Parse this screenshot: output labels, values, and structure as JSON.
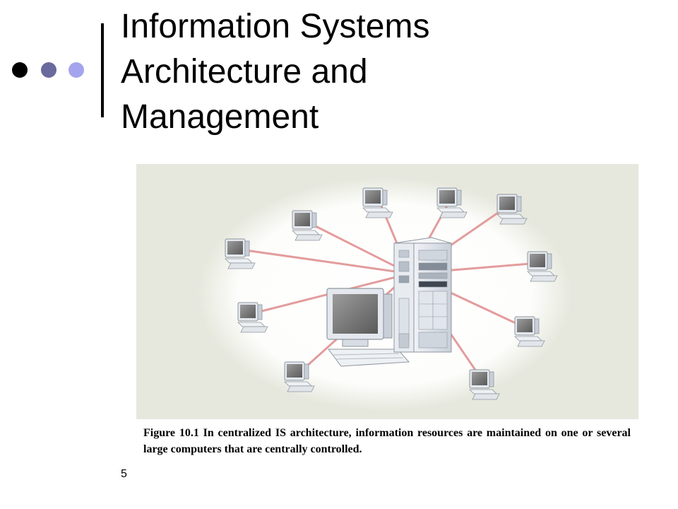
{
  "slide": {
    "title_lines": [
      "Information Systems",
      "Architecture and",
      "Management"
    ],
    "page_number": "5"
  },
  "decoration": {
    "dot_colors": [
      "#000000",
      "#6a6a9e",
      "#a4a4ee"
    ],
    "divider_color": "#000000"
  },
  "figure": {
    "caption": "Figure 10.1 In centralized IS architecture, information resources are maintained on one or several large computers that are centrally controlled.",
    "icons": [
      "mainframe-server-icon",
      "main-terminal-icon",
      "terminal-computer-icon"
    ],
    "terminal_count": 10,
    "colors": {
      "background": "#e6e8dd",
      "glow": "#ffffff",
      "connection": "#e39c9c",
      "device_body": "#e4e8ee",
      "screen": "#787878"
    }
  }
}
